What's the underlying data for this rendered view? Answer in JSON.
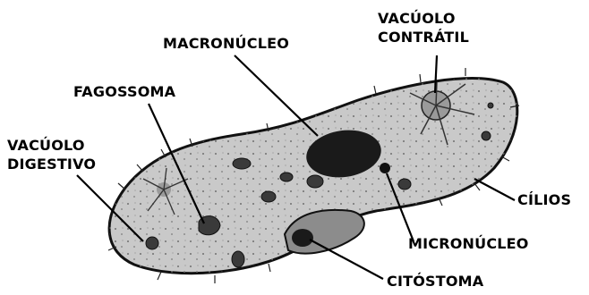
{
  "labels": {
    "vacuolo_digestivo": [
      "VACÚOLO",
      "DIGESTIVO"
    ],
    "fagossoma": "FAGOSSOMA",
    "macronucleo": "MACRONÚCLEO",
    "vacuolo_contratil": [
      "VACÚOLO",
      "CONTRÁTIL"
    ],
    "cilios": "CÍLIOS",
    "micronucleo": "MICRONÚCLEO",
    "citostoma": "CITÓSTOMA"
  },
  "colors": {
    "body_fill": "#c9c9c9",
    "outline": "#111111",
    "macronucleus": "#1a1a1a",
    "vacuole": "#9a9a9a"
  }
}
